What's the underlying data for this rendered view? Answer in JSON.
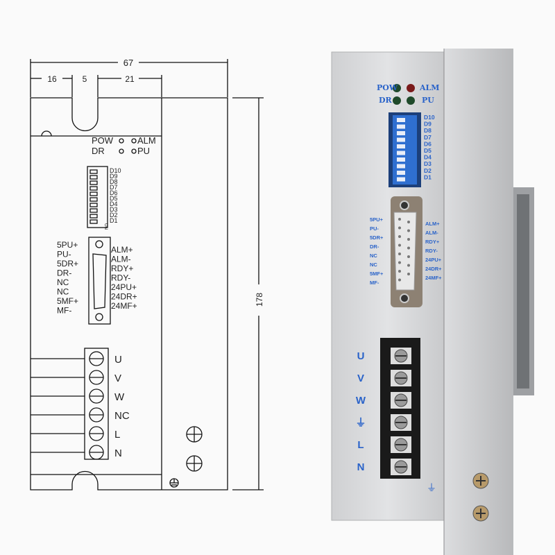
{
  "drawing": {
    "dimensions": {
      "width_total": "67",
      "left": "16",
      "notch": "5",
      "right": "21",
      "height": "178"
    },
    "leds": {
      "pow": "POW",
      "alm": "ALM",
      "dr": "DR",
      "pu": "PU"
    },
    "dip_labels": [
      "D10",
      "D9",
      "D8",
      "D7",
      "D6",
      "D5",
      "D4",
      "D3",
      "D2",
      "D1"
    ],
    "dip_on": "ON",
    "signal_left": [
      "5PU+",
      "PU-",
      "5DR+",
      "DR-",
      "NC",
      "NC",
      "5MF+",
      "MF-"
    ],
    "signal_right": [
      "ALM+",
      "ALM-",
      "RDY+",
      "RDY-",
      "24PU+",
      "24DR+",
      "24MF+"
    ],
    "terminals": [
      "U",
      "V",
      "W",
      "NC",
      "L",
      "N"
    ]
  },
  "photo": {
    "leds": {
      "pow": "POW",
      "alm": "ALM",
      "dr": "DR",
      "pu": "PU"
    },
    "led_colors": {
      "pow": "#1f4a2a",
      "alm": "#7a1a1a",
      "dr": "#1f4a2a",
      "pu": "#1f4a2a"
    },
    "dip_labels": [
      "D10",
      "D9",
      "D8",
      "D7",
      "D6",
      "D5",
      "D4",
      "D3",
      "D2",
      "D1"
    ],
    "dip_color": "#2f6fd0",
    "signal_left": [
      "5PU+",
      "PU-",
      "5DR+",
      "DR-",
      "NC",
      "NC",
      "5MF+",
      "MF-"
    ],
    "signal_right": [
      "ALM+",
      "ALM-",
      "RDY+",
      "RDY-",
      "24PU+",
      "24DR+",
      "24MF+"
    ],
    "terminals": [
      "U",
      "V",
      "W",
      "⏚",
      "L",
      "N"
    ],
    "label_color": "#2a63c9"
  }
}
